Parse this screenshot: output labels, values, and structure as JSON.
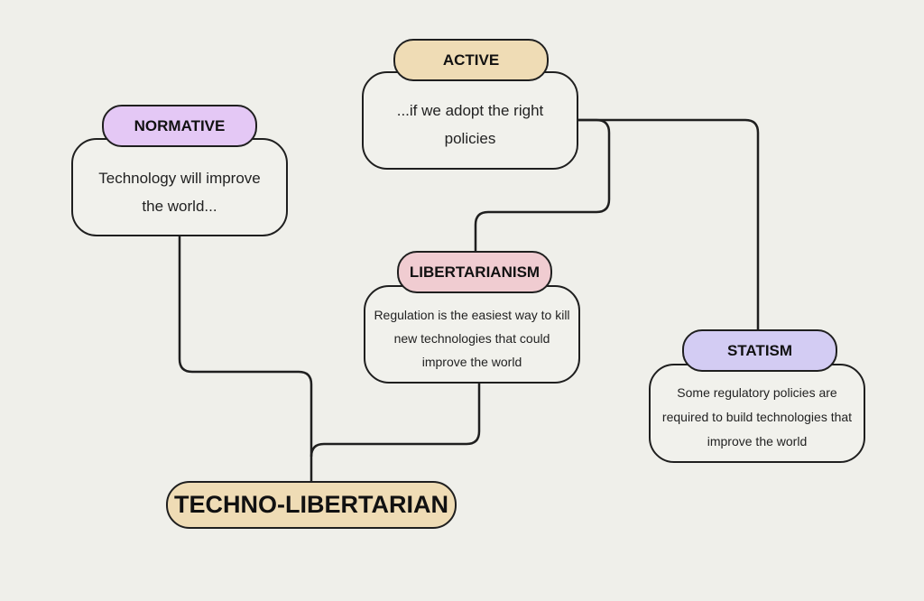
{
  "colors": {
    "background": "#efefea",
    "box_fill": "#f1f1ec",
    "stroke": "#1f1f1f",
    "normative_pill": "#e4c8f5",
    "active_pill": "#efdcb5",
    "libertarianism_pill": "#f0ccd1",
    "statism_pill": "#d3ccf3",
    "techno_pill": "#efdcb5"
  },
  "nodes": {
    "normative": {
      "label": "NORMATIVE",
      "text": "Technology will improve the world..."
    },
    "active": {
      "label": "ACTIVE",
      "text": "...if we adopt the right policies"
    },
    "libertarianism": {
      "label": "LIBERTARIANISM",
      "text": "Regulation is the easiest way to kill new technologies that could improve the world"
    },
    "statism": {
      "label": "STATISM",
      "text": "Some regulatory policies are required to build technologies that improve the world"
    },
    "root": {
      "label": "TECHNO-LIBERTARIAN"
    }
  }
}
